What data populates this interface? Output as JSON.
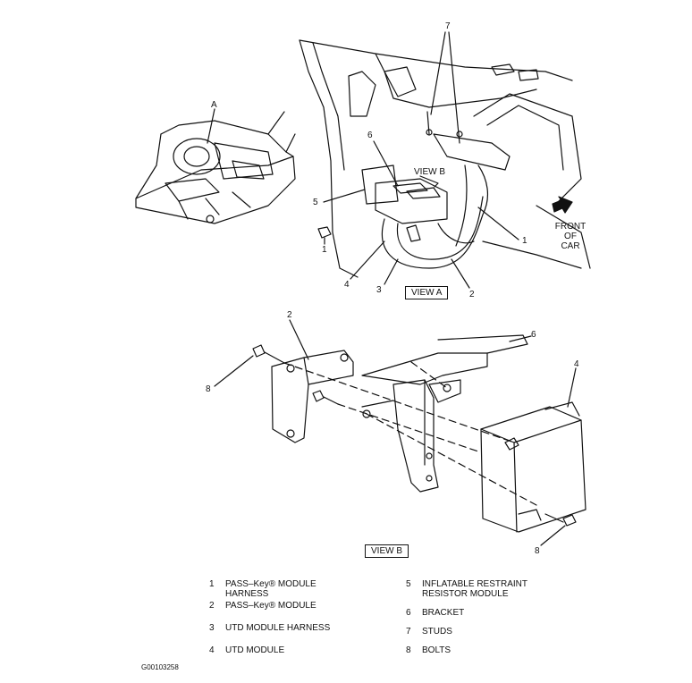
{
  "diagram": {
    "detail_label": "A",
    "view_a_label": "VIEW A",
    "view_b_label": "VIEW B",
    "view_b_ref": "VIEW B",
    "front_of_car": [
      "FRONT",
      "OF",
      "CAR"
    ],
    "figure_id": "G00103258",
    "callouts_view_a": [
      "7",
      "6",
      "5",
      "1",
      "4",
      "3",
      "2",
      "1"
    ],
    "callouts_view_b": [
      "2",
      "6",
      "4",
      "8",
      "8"
    ]
  },
  "legend": [
    {
      "num": "1",
      "text": "PASS–Key® MODULE HARNESS"
    },
    {
      "num": "2",
      "text": "PASS–Key® MODULE"
    },
    {
      "num": "3",
      "text": "UTD MODULE HARNESS"
    },
    {
      "num": "4",
      "text": "UTD MODULE"
    },
    {
      "num": "5",
      "text": "INFLATABLE RESTRAINT RESISTOR MODULE"
    },
    {
      "num": "6",
      "text": "BRACKET"
    },
    {
      "num": "7",
      "text": "STUDS"
    },
    {
      "num": "8",
      "text": "BOLTS"
    }
  ]
}
